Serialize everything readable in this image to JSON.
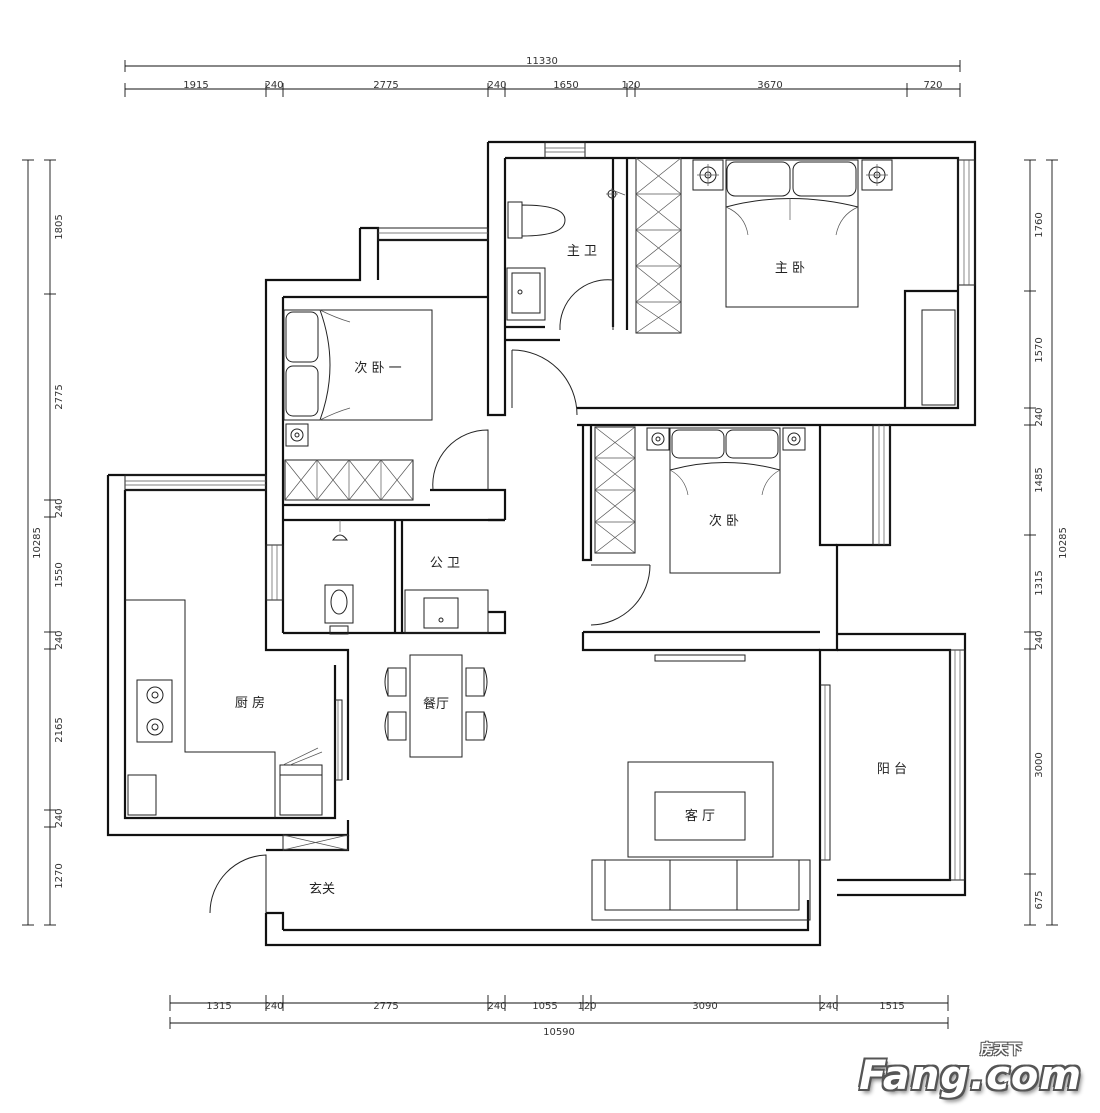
{
  "plan": {
    "rooms": {
      "master_bath": "主 卫",
      "master_bedroom": "主 卧",
      "second_bedroom_one": "次 卧 一",
      "second_bedroom": "次 卧",
      "public_bath": "公 卫",
      "kitchen": "厨 房",
      "dining": "餐厅",
      "living": "客 厅",
      "balcony": "阳 台",
      "entrance": "玄关"
    },
    "top_dims": {
      "total": "11330",
      "segments": [
        "1915",
        "240",
        "2775",
        "240",
        "1650",
        "120",
        "3670",
        "720"
      ]
    },
    "bottom_dims": {
      "total": "10590",
      "segments": [
        "1315",
        "240",
        "2775",
        "240",
        "1055",
        "120",
        "3090",
        "240",
        "1515"
      ]
    },
    "left_dims": {
      "total": "10285",
      "segments": [
        "1805",
        "2775",
        "240",
        "1550",
        "240",
        "2165",
        "240",
        "1270"
      ]
    },
    "right_dims": {
      "total": "10285",
      "segments": [
        "1760",
        "1570",
        "240",
        "1485",
        "1315",
        "240",
        "3000",
        "675"
      ]
    }
  },
  "watermark": {
    "brand": "Fang.com",
    "sub": "房天下"
  }
}
